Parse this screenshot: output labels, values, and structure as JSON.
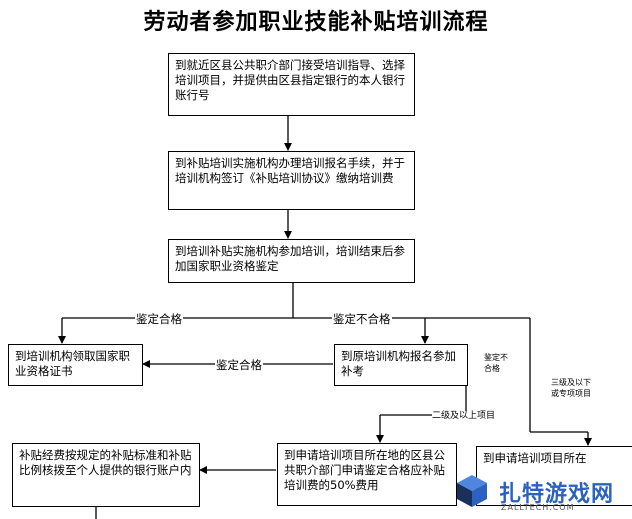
{
  "title": "劳动者参加职业技能补贴培训流程",
  "steps": {
    "step1": "到就近区县公共职介部门接受培训指导、选择培训项目，并提供由区县指定银行的本人银行账行号",
    "step2": "到补贴培训实施机构办理培训报名手续，并于培训机构签订《补贴培训协议》缴纳培训费",
    "step3": "到培训补贴实施机构参加培训，培训结束后参加国家职业资格鉴定",
    "cert": "到培训机构领取国家职业资格证书",
    "retrain": "到原培训机构报名参加补考",
    "subsidy": "补贴经费按规定的补贴标准和补贴比例核拨至个人提供的银行账户内",
    "apply_local": "到申请培训项目所在地的区县公共职介部门申请鉴定合格应补贴培训费的50%费用",
    "apply_other": "到申请培训项目所在"
  },
  "labels": {
    "pass_left": "鉴定合格",
    "fail": "鉴定不合格",
    "pass_mid": "鉴定合格",
    "fail_again": "鉴定不合格",
    "level2": "二级及以上项目",
    "level3": "三级及以下或专项项目"
  },
  "watermark": {
    "brand": "扎特游戏网",
    "domain": "ZALLTECH.COM"
  },
  "colors": {
    "brand_blue": "#2b62c2",
    "logo_dark": "#1a2f5c"
  }
}
